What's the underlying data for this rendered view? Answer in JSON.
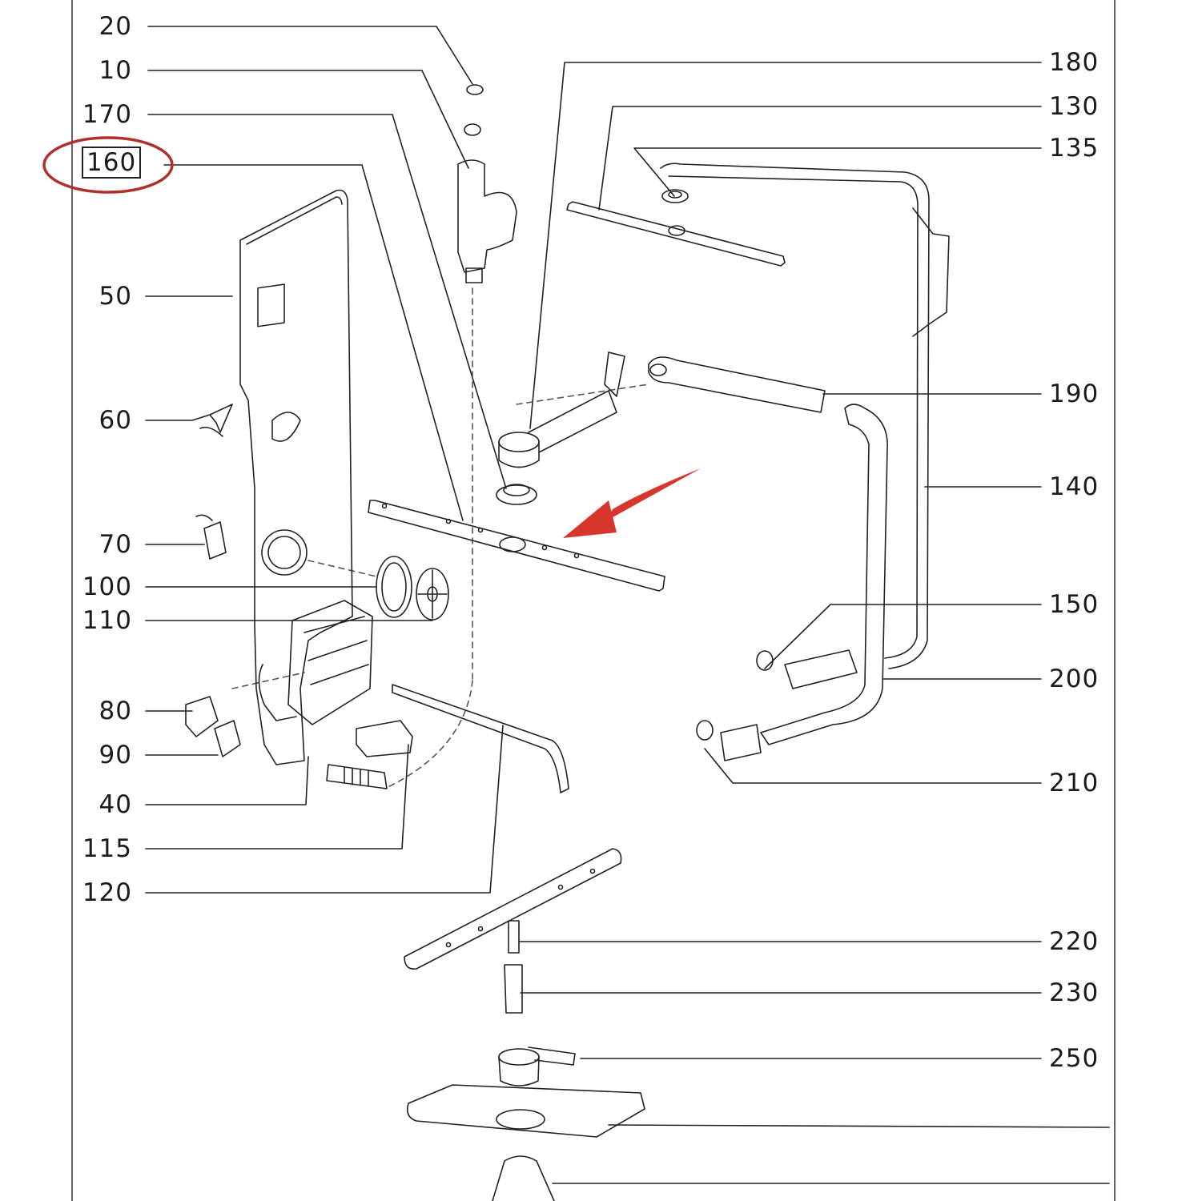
{
  "diagram": {
    "highlight_color": "#b0302a",
    "arrow_color": "#d6362c",
    "line_color": "#222222",
    "highlighted_label": "160"
  },
  "labels": {
    "l20": "20",
    "l10": "10",
    "l170": "170",
    "l160": "160",
    "l50": "50",
    "l60": "60",
    "l70": "70",
    "l100": "100",
    "l110": "110",
    "l80": "80",
    "l90": "90",
    "l40": "40",
    "l115": "115",
    "l120": "120",
    "l180": "180",
    "l130": "130",
    "l135": "135",
    "l190": "190",
    "l140": "140",
    "l150": "150",
    "l200": "200",
    "l210": "210",
    "l220": "220",
    "l230": "230",
    "l250": "250"
  }
}
